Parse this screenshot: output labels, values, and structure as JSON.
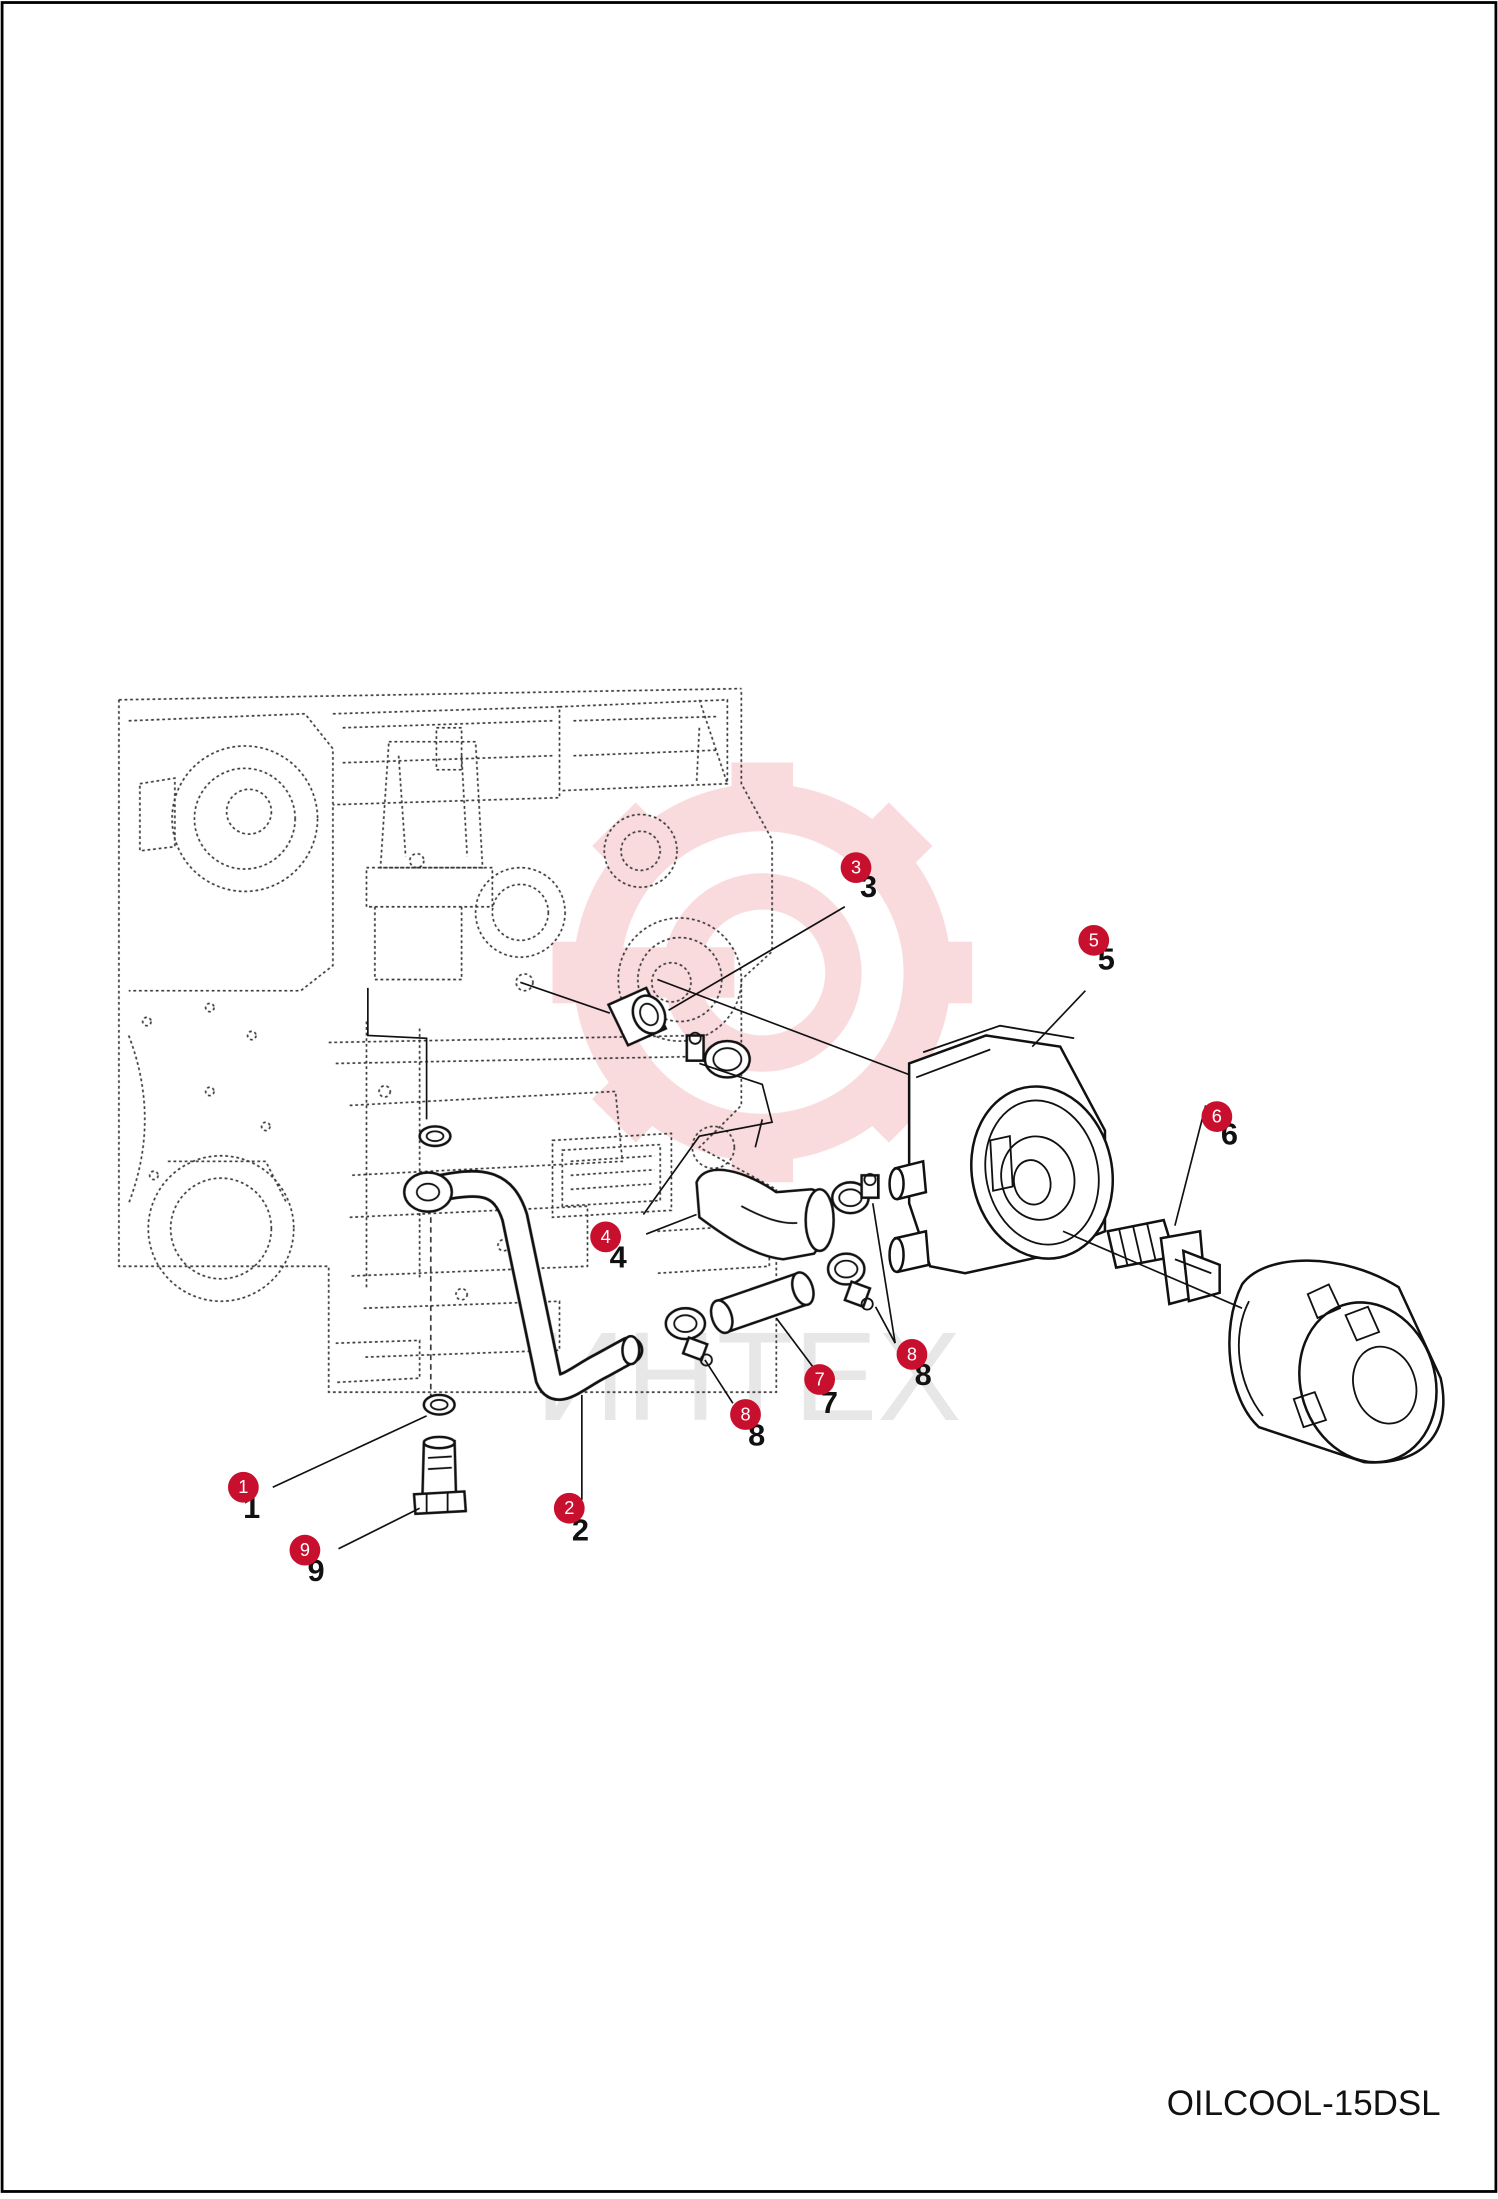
{
  "drawing_code": "OILCOOL-15DSL",
  "watermark": {
    "text": "ИНТЕХ",
    "color": "#d9142b"
  },
  "colors": {
    "callout_fill": "#c8102e",
    "border": "#000000"
  },
  "callouts": [
    {
      "id": "callout-1",
      "label": "1"
    },
    {
      "id": "callout-2",
      "label": "2"
    },
    {
      "id": "callout-3",
      "label": "3"
    },
    {
      "id": "callout-4",
      "label": "4"
    },
    {
      "id": "callout-5",
      "label": "5"
    },
    {
      "id": "callout-6",
      "label": "6"
    },
    {
      "id": "callout-7",
      "label": "7"
    },
    {
      "id": "callout-8a",
      "label": "8"
    },
    {
      "id": "callout-8b",
      "label": "8"
    },
    {
      "id": "callout-9",
      "label": "9"
    }
  ]
}
